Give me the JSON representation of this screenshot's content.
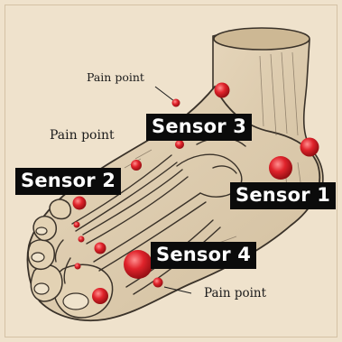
{
  "labels": {
    "sensor_1": "Sensor 1",
    "sensor_2": "Sensor 2",
    "sensor_3": "Sensor 3",
    "sensor_4": "Sensor 4",
    "pain_top": "Pain point",
    "pain_left": "Pain point",
    "pain_bottom": "Pain point"
  },
  "colors": {
    "background": "#efe2cc",
    "sketch": "#3a3229",
    "marker": "#c2151c"
  }
}
